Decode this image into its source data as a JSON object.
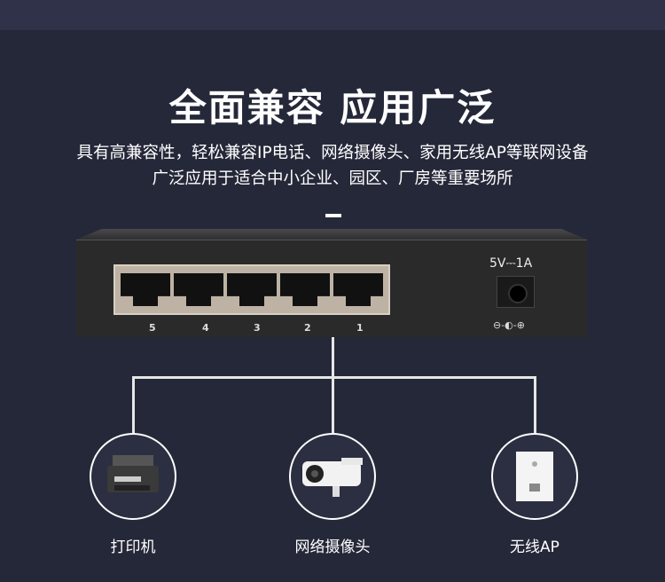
{
  "title": "全面兼容 应用广泛",
  "subtitle_lines": [
    "具有高兼容性，轻松兼容IP电话、网络摄像头、家用无线AP等联网设备",
    "广泛应用于适合中小企业、园区、厂房等重要场所"
  ],
  "switch": {
    "ports": [
      "5",
      "4",
      "3",
      "2",
      "1"
    ],
    "power_label": "5V⎓1A",
    "polarity": "⊖-◐-⊕"
  },
  "devices": [
    {
      "label": "打印机",
      "icon": "printer-icon"
    },
    {
      "label": "网络摄像头",
      "icon": "camera-icon"
    },
    {
      "label": "无线AP",
      "icon": "wireless-ap-icon"
    }
  ]
}
